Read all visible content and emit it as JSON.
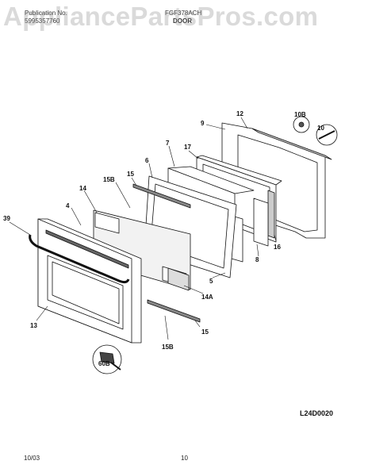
{
  "header": {
    "publication_label": "Publication No.",
    "publication_number": "5995357760",
    "model": "FGF378ACH",
    "section": "DOOR"
  },
  "watermark": "AppliancePartsPros.com",
  "diagram_code": "L24D0020",
  "footer": {
    "date": "10/03",
    "page": "10"
  },
  "callouts": {
    "c4": "4",
    "c5": "5",
    "c6": "6",
    "c7": "7",
    "c8": "8",
    "c9": "9",
    "c10": "10",
    "c10b": "10B",
    "c12": "12",
    "c13": "13",
    "c14": "14",
    "c14a": "14A",
    "c15": "15",
    "c15_lower": "15",
    "c15b": "15B",
    "c15b_lower": "15B",
    "c16": "16",
    "c17": "17",
    "c39": "39",
    "c60b": "60B"
  }
}
